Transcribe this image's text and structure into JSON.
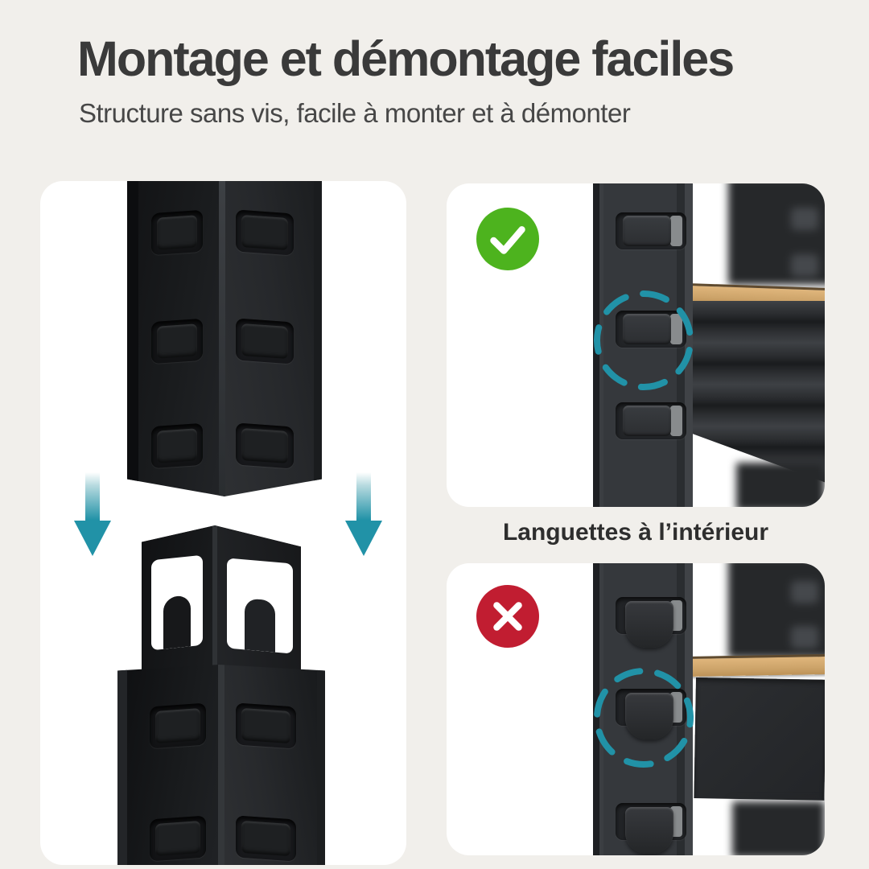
{
  "header": {
    "title": "Montage et démontage faciles",
    "subtitle": "Structure sans vis, facile à monter et à démonter"
  },
  "panels": {
    "left": {
      "content": "corner-post-assembly-illustration",
      "icons": [
        "down-arrow-icon",
        "down-arrow-icon"
      ]
    },
    "right_top": {
      "status": "correct",
      "icon": "check-icon",
      "content": "tab-inside-slot-illustration"
    },
    "right_label": "Languettes à l’intérieur",
    "right_bottom": {
      "status": "incorrect",
      "icon": "cross-icon",
      "content": "tab-outside-slot-illustration"
    }
  },
  "colors": {
    "page_bg": "#f1efeb",
    "card_bg": "#ffffff",
    "title_text": "#3a3a3a",
    "accent_teal": "#2192a7",
    "success_green": "#4db31e",
    "error_red": "#c11d31",
    "wood_tan": "#d2a96e",
    "metal_dark": "#232528"
  }
}
